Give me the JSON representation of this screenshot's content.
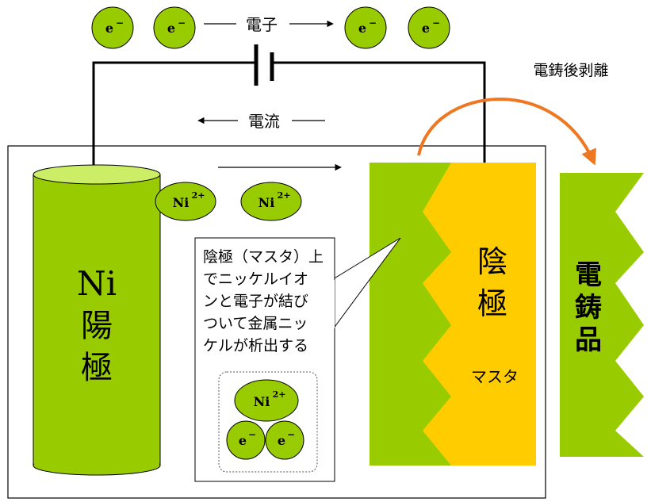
{
  "electron_symbol": "e",
  "electron_charge": "−",
  "ion_base": "Ni",
  "ion_charge": "2+",
  "electron_flow_label": "電子",
  "current_label": "電流",
  "peel_label": "電鋳後剥離",
  "anode": {
    "line1": "Ni",
    "line2": "陽",
    "line3": "極"
  },
  "cathode": {
    "line1": "陰",
    "line2": "極",
    "master": "マスタ"
  },
  "product": {
    "line1": "電",
    "line2": "鋳",
    "line3": "品"
  },
  "callout_lines": [
    "陰極（マスタ）上",
    "でニッケルイオ",
    "ンと電子が結び",
    "ついて金属ニッ",
    "ケルが析出する"
  ],
  "colors": {
    "green": "#99cc00",
    "light_green": "#ccee66",
    "yellow": "#ffcc00",
    "orange": "#ee7722",
    "black": "#000000"
  }
}
